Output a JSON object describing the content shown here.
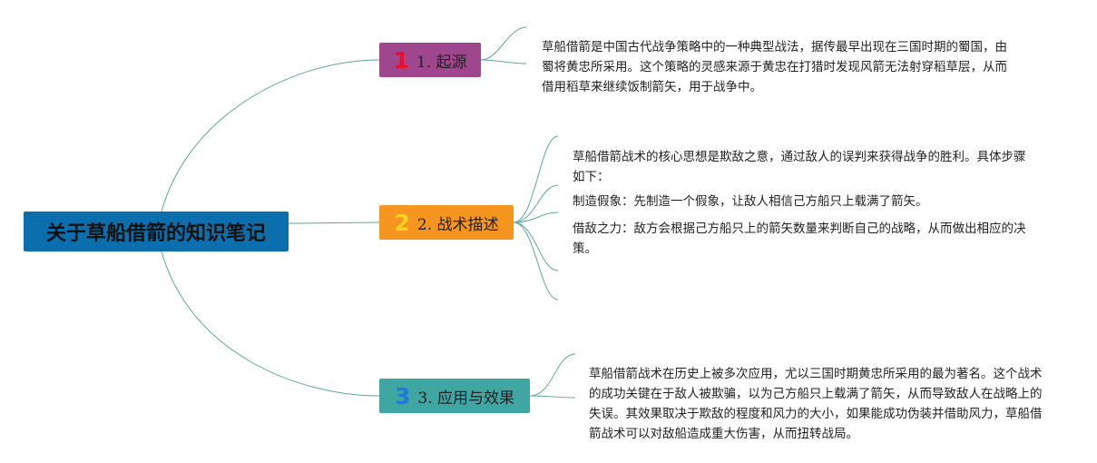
{
  "root": {
    "title": "关于草船借箭的知识笔记",
    "color": "#0b6fae"
  },
  "branches": [
    {
      "number": "1",
      "label": "1. 起源",
      "color": "#a0468f",
      "notes": [
        "草船借箭是中国古代战争策略中的一种典型战法，据传最早出现在三国时期的蜀国，由蜀将黄忠所采用。这个策略的灵感来源于黄忠在打猎时发现风箭无法射穿稻草层，从而借用稻草来继续饭制箭矢，用于战争中。"
      ]
    },
    {
      "number": "2",
      "label": "2. 战术描述",
      "color": "#f5941e",
      "notes": [
        "草船借箭战术的核心思想是欺敌之意，通过敌人的误判来获得战争的胜利。具体步骤如下：",
        "制造假象：先制造一个假象，让敌人相信己方船只上载满了箭矢。",
        "借敌之力：敌方会根据己方船只上的箭矢数量来判断自己的战略，从而做出相应的决策。"
      ]
    },
    {
      "number": "3",
      "label": "3. 应用与效果",
      "color": "#40a6a4",
      "notes": [
        "草船借箭战术在历史上被多次应用，尤以三国时期黄忠所采用的最为著名。这个战术的成功关键在于敌人被欺骗，以为己方船只上载满了箭矢，从而导致敌人在战略上的失误。其效果取决于欺敌的程度和风力的大小，如果能成功伪装并借助风力，草船借箭战术可以对敌船造成重大伤害，从而扭转战局。"
      ]
    }
  ]
}
